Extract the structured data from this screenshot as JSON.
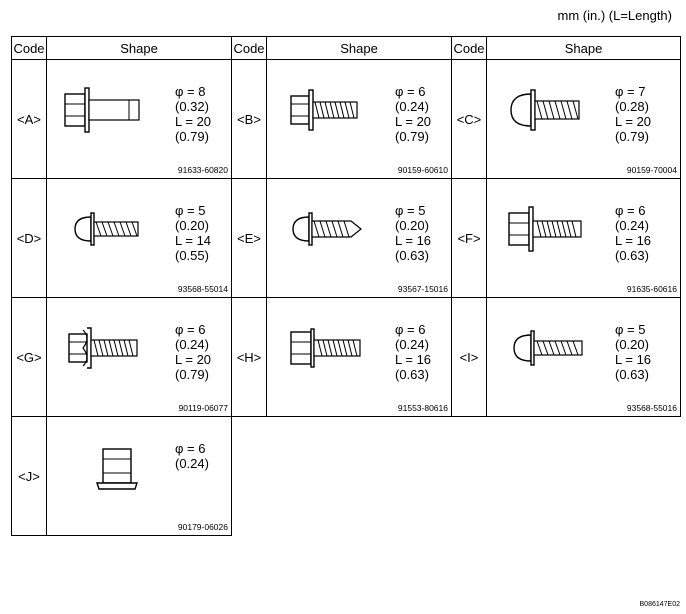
{
  "units_note": "mm (in.) (L=Length)",
  "header": {
    "code": "Code",
    "shape": "Shape"
  },
  "rows": [
    [
      {
        "code": "<A>",
        "dia": "φ = 8",
        "dia_in": "(0.32)",
        "len": "L = 20",
        "len_in": "(0.79)",
        "part": "91633-60820",
        "icon": "flange-hex-bolt-with-washer-icon"
      },
      {
        "code": "<B>",
        "dia": "φ = 6",
        "dia_in": "(0.24)",
        "len": "L = 20",
        "len_in": "(0.79)",
        "part": "90159-60610",
        "icon": "hex-washer-tapping-screw-icon"
      },
      {
        "code": "<C>",
        "dia": "φ = 7",
        "dia_in": "(0.28)",
        "len": "L = 20",
        "len_in": "(0.79)",
        "part": "90159-70004",
        "icon": "pan-head-tapping-screw-with-washer-icon"
      }
    ],
    [
      {
        "code": "<D>",
        "dia": "φ = 5",
        "dia_in": "(0.20)",
        "len": "L = 14",
        "len_in": "(0.55)",
        "part": "93568-55014",
        "icon": "pan-head-tapping-screw-icon"
      },
      {
        "code": "<E>",
        "dia": "φ = 5",
        "dia_in": "(0.20)",
        "len": "L = 16",
        "len_in": "(0.63)",
        "part": "93567-15016",
        "icon": "pan-head-pointed-tapping-screw-icon"
      },
      {
        "code": "<F>",
        "dia": "φ = 6",
        "dia_in": "(0.24)",
        "len": "L = 16",
        "len_in": "(0.63)",
        "part": "91635-60616",
        "icon": "hex-flange-bolt-with-washer-icon"
      }
    ],
    [
      {
        "code": "<G>",
        "dia": "φ = 6",
        "dia_in": "(0.24)",
        "len": "L = 20",
        "len_in": "(0.79)",
        "part": "90119-06077",
        "icon": "hex-bolt-with-clip-icon"
      },
      {
        "code": "<H>",
        "dia": "φ = 6",
        "dia_in": "(0.24)",
        "len": "L = 16",
        "len_in": "(0.63)",
        "part": "91553-80616",
        "icon": "hex-flange-bolt-icon"
      },
      {
        "code": "<I>",
        "dia": "φ = 5",
        "dia_in": "(0.20)",
        "len": "L = 16",
        "len_in": "(0.63)",
        "part": "93568-55016",
        "icon": "pan-head-tapping-screw-icon"
      }
    ]
  ],
  "last_row": {
    "code": "<J>",
    "dia": "φ = 6",
    "dia_in": "(0.24)",
    "part": "90179-06026",
    "icon": "hex-flange-nut-icon"
  },
  "figure_id": "B086147E02"
}
